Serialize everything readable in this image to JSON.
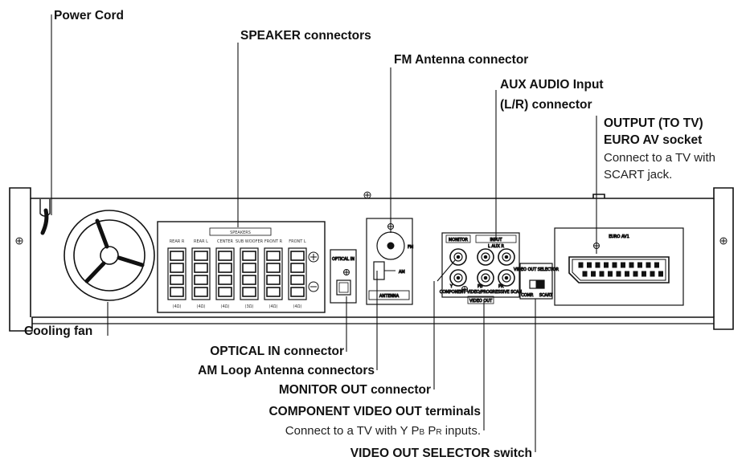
{
  "callouts": {
    "power_cord": "Power Cord",
    "speaker_connectors": "SPEAKER connectors",
    "fm_antenna": "FM Antenna connector",
    "aux_audio_line1": "AUX AUDIO Input",
    "aux_audio_line2": "(L/R) connector",
    "output_line1": "OUTPUT (TO TV)",
    "output_line2": "EURO AV socket",
    "output_desc1": "Connect to a TV with",
    "output_desc2": "SCART jack.",
    "cooling_fan": "Cooling fan",
    "optical_in": "OPTICAL IN connector",
    "am_loop": "AM Loop Antenna connectors",
    "monitor_out": "MONITOR OUT connector",
    "component_video": "COMPONENT VIDEO OUT terminals",
    "component_desc_pre": "Connect to a TV with Y P",
    "component_desc_b": "B",
    "component_desc_mid": " P",
    "component_desc_r": "R",
    "component_desc_post": " inputs.",
    "video_selector": "VIDEO OUT SELECTOR switch"
  },
  "panel": {
    "speakers_title": "SPEAKERS",
    "speaker_channels": [
      "REAR R",
      "REAR L",
      "CENTER",
      "SUB WOOFER",
      "FRONT R",
      "FRONT L"
    ],
    "speaker_impedance": [
      "(4Ω)",
      "(4Ω)",
      "(4Ω)",
      "(3Ω)",
      "(4Ω)",
      "(4Ω)"
    ],
    "optical_label": "OPTICAL IN",
    "fm_label": "FM",
    "am_label": "AM",
    "antenna_label": "ANTENNA",
    "monitor_label": "MONITOR",
    "input_label": "INPUT",
    "aux_lr": "L  AUX  R",
    "component_labels": [
      "Y",
      "PB",
      "PR"
    ],
    "component_caption": "COMPONENT VIDEO/PROGRESSIVE SCAN",
    "component_out": "VIDEO OUT",
    "selector_label": "VIDEO OUT SELECTOR",
    "selector_positions": [
      "COMP.",
      "SCART"
    ],
    "euro_label": "EURO AV1"
  }
}
